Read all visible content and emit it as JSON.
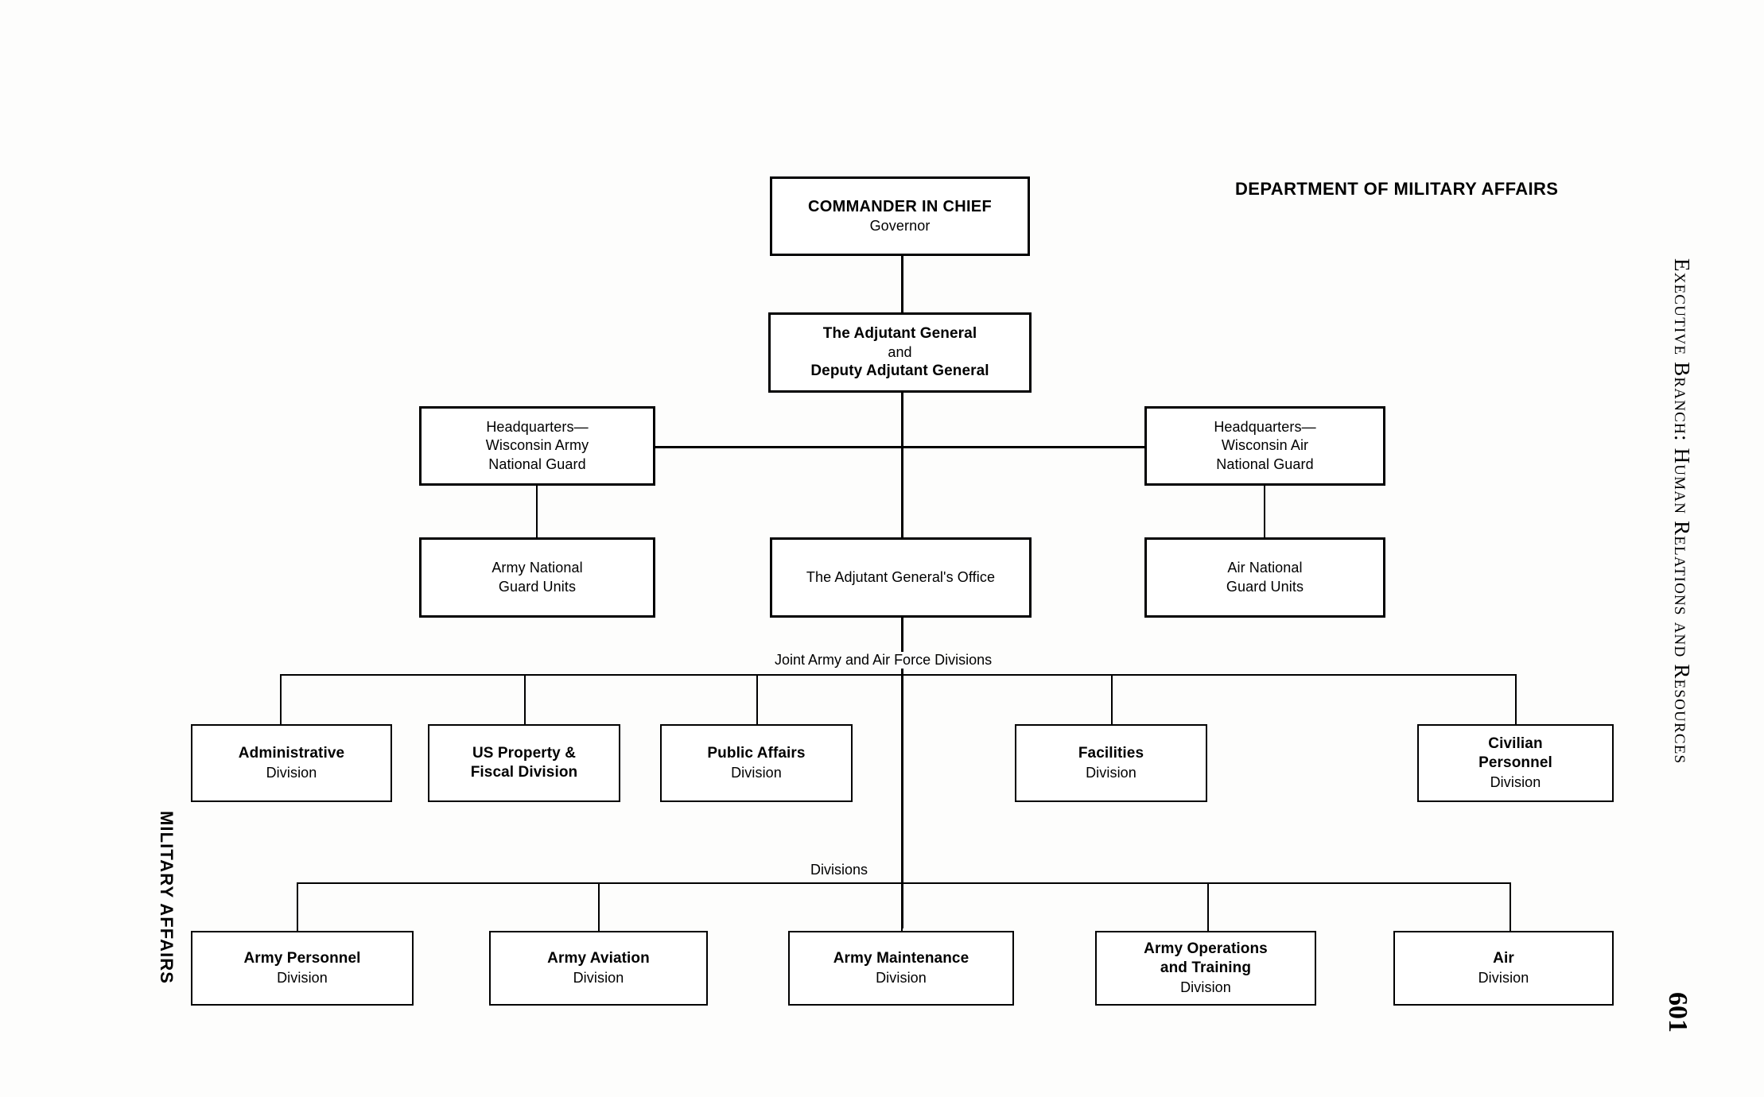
{
  "page": {
    "number": "601",
    "running_head": "Executive Branch: Human Relations and Resources",
    "side_label": "MILITARY AFFAIRS"
  },
  "chart": {
    "title": "DEPARTMENT OF MILITARY AFFAIRS",
    "group_labels": {
      "joint": "Joint Army and Air Force Divisions",
      "divisions": "Divisions"
    },
    "nodes": {
      "commander": {
        "line1": "COMMANDER IN CHIEF",
        "line2": "Governor"
      },
      "adjutant": {
        "line1": "The Adjutant General",
        "line2": "and",
        "line3": "Deputy Adjutant General"
      },
      "hq_army": {
        "line1": "Headquarters—",
        "line2": "Wisconsin Army",
        "line3": "National Guard"
      },
      "hq_air": {
        "line1": "Headquarters—",
        "line2": "Wisconsin Air",
        "line3": "National Guard"
      },
      "army_units": {
        "line1": "Army National",
        "line2": "Guard Units"
      },
      "tag_office": {
        "line1": "The Adjutant General's Office"
      },
      "air_units": {
        "line1": "Air National",
        "line2": "Guard Units"
      }
    },
    "joint_divisions": [
      {
        "line1": "Administrative",
        "line2": "Division"
      },
      {
        "line1": "US Property &",
        "line2": "Fiscal Division"
      },
      {
        "line1": "Public Affairs",
        "line2": "Division"
      },
      {
        "line1": "Facilities",
        "line2": "Division"
      },
      {
        "line1": "Civilian",
        "line2": "Personnel",
        "line3": "Division"
      }
    ],
    "army_divisions": [
      {
        "line1": "Army Personnel",
        "line2": "Division"
      },
      {
        "line1": "Army Aviation",
        "line2": "Division"
      },
      {
        "line1": "Army Maintenance",
        "line2": "Division"
      },
      {
        "line1": "Army Operations",
        "line2": "and Training",
        "line3": "Division"
      },
      {
        "line1": "Air",
        "line2": "Division"
      }
    ]
  }
}
